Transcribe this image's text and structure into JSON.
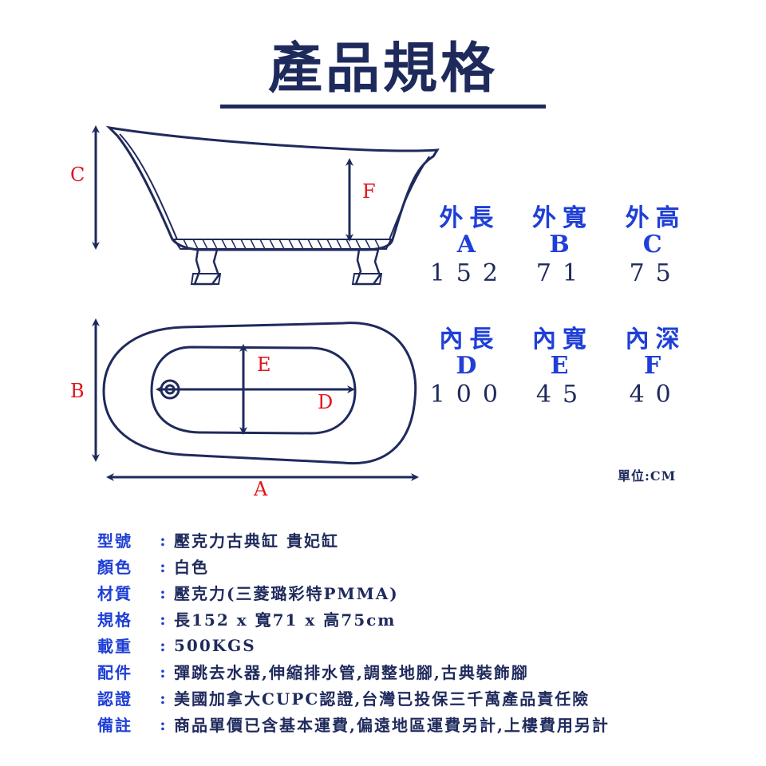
{
  "title": "產品規格",
  "colors": {
    "navy": "#1f2a5c",
    "blue": "#1f3fd6",
    "red": "#e0141e"
  },
  "diagram_labels": {
    "A": "A",
    "B": "B",
    "C": "C",
    "D": "D",
    "E": "E",
    "F": "F"
  },
  "outer": {
    "headers": [
      "外長",
      "外寬",
      "外高"
    ],
    "letters": [
      "A",
      "B",
      "C"
    ],
    "values": [
      "152",
      "71",
      "75"
    ]
  },
  "inner": {
    "headers": [
      "內長",
      "內寬",
      "內深"
    ],
    "letters": [
      "D",
      "E",
      "F"
    ],
    "values": [
      "100",
      "45",
      "40"
    ]
  },
  "unit": "單位:CM",
  "separator": ":",
  "info": [
    {
      "key": "型號",
      "value": "壓克力古典缸 貴妃缸"
    },
    {
      "key": "顏色",
      "value": "白色"
    },
    {
      "key": "材質",
      "value": "壓克力(三菱璐彩特PMMA)"
    },
    {
      "key": "規格",
      "value": "長152 x 寬71 x 高75cm"
    },
    {
      "key": "載重",
      "value": "500KGS"
    },
    {
      "key": "配件",
      "value": "彈跳去水器,伸縮排水管,調整地腳,古典裝飾腳"
    },
    {
      "key": "認證",
      "value": "美國加拿大CUPC認證,台灣已投保三千萬產品責任險"
    },
    {
      "key": "備註",
      "value": "商品單價已含基本運費,偏遠地區運費另計,上樓費用另計"
    }
  ]
}
